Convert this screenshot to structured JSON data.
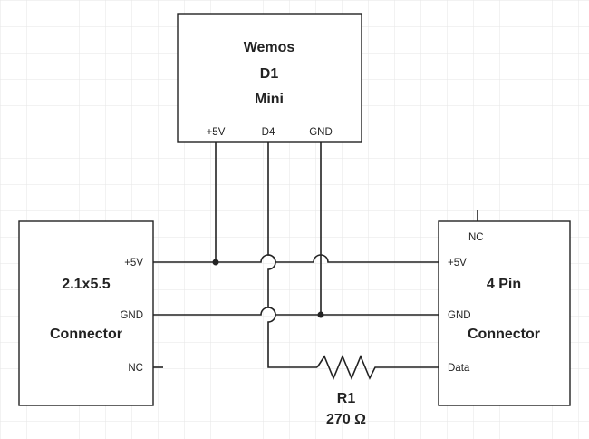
{
  "wemos": {
    "title": [
      "Wemos",
      "D1",
      "Mini"
    ],
    "pins": [
      "+5V",
      "D4",
      "GND"
    ]
  },
  "left_connector": {
    "title": [
      "2.1x5.5",
      "Connector"
    ],
    "pins": [
      "+5V",
      "GND",
      "NC"
    ]
  },
  "right_connector": {
    "title": [
      "4 Pin",
      "Connector"
    ],
    "pins": [
      "NC",
      "+5V",
      "GND",
      "Data"
    ]
  },
  "resistor": {
    "label": "R1",
    "value": "270 Ω"
  },
  "colors": {
    "grid": "#e6e6e6",
    "line": "#222222",
    "background": "#ffffff"
  }
}
